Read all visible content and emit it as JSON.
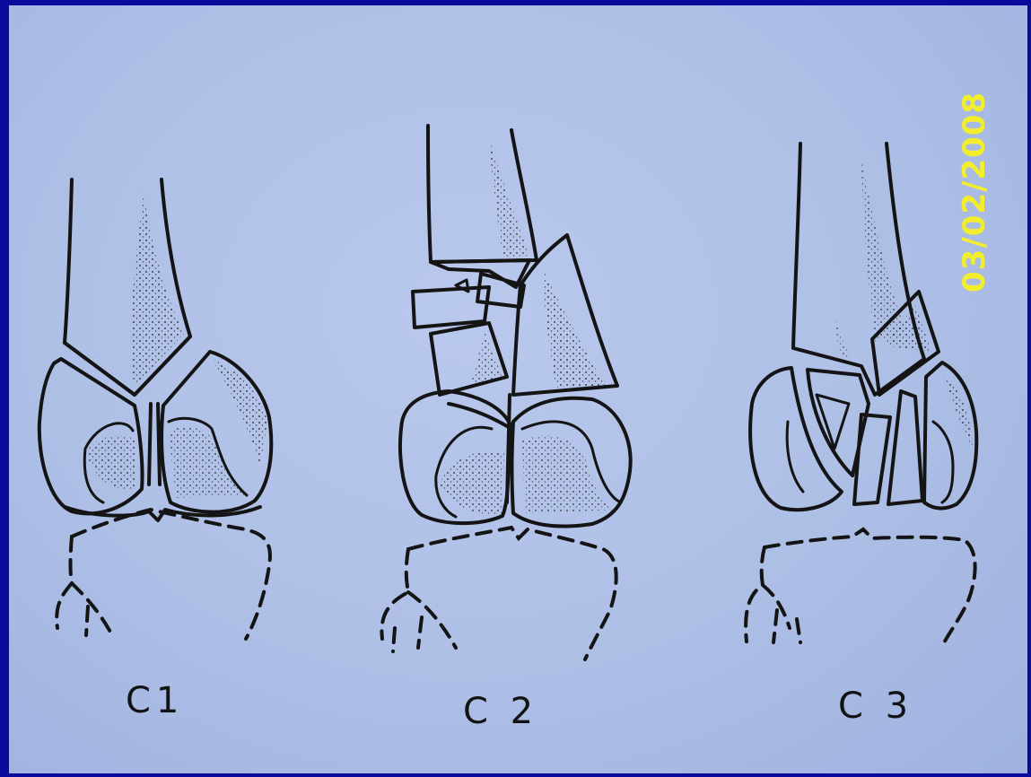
{
  "figure": {
    "panels": [
      {
        "label": "C1"
      },
      {
        "label": "C 2"
      },
      {
        "label": "C 3"
      }
    ],
    "date_stamp": "03/02/2008",
    "colors": {
      "frame": "#0a0a9c",
      "paper": "#b4c4ea",
      "ink": "#141414",
      "stamp": "#f2ee2c"
    }
  }
}
